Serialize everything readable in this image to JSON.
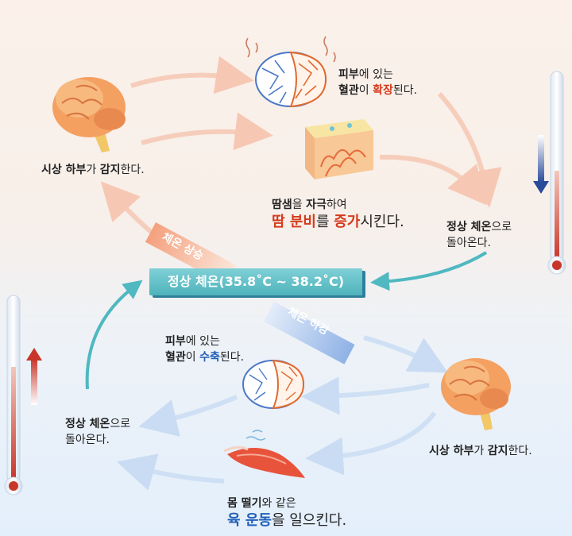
{
  "center": {
    "label": "정상 체온(35.8˚C ~ 38.2˚C)",
    "rise": "체온 상승",
    "fall": "체온 하강"
  },
  "top": {
    "hypo_a": "시상 하부",
    "hypo_b": "가 ",
    "hypo_c": "감지",
    "hypo_d": "한다.",
    "vessel_l1_a": "피부",
    "vessel_l1_b": "에 있는",
    "vessel_l2_a": "혈관",
    "vessel_l2_b": "이 ",
    "vessel_l2_c": "확장",
    "vessel_l2_d": "된다.",
    "sweat_l1_a": "땀샘",
    "sweat_l1_b": "을 ",
    "sweat_l1_c": "자극",
    "sweat_l1_d": "하여",
    "sweat_l2_a": "땀 분비",
    "sweat_l2_b": "를 ",
    "sweat_l2_c": "증가",
    "sweat_l2_d": "시킨다.",
    "normal_l1_a": "정상 체온",
    "normal_l1_b": "으로",
    "normal_l2": "돌아온다."
  },
  "bottom": {
    "vessel_l1_a": "피부",
    "vessel_l1_b": "에 있는",
    "vessel_l2_a": "혈관",
    "vessel_l2_b": "이 ",
    "vessel_l2_c": "수축",
    "vessel_l2_d": "된다.",
    "hypo_a": "시상 하부",
    "hypo_b": "가 ",
    "hypo_c": "감지",
    "hypo_d": "한다.",
    "normal_l1_a": "정상 체온",
    "normal_l1_b": "으로",
    "normal_l2": "돌아온다.",
    "shiver_l1_a": "몸 떨기",
    "shiver_l1_b": "와 같은",
    "shiver_l2_a": "육 운동",
    "shiver_l2_b": "을 일으킨다."
  },
  "colors": {
    "warm_arrow": "#f6cdbb",
    "cool_arrow": "#cfe0f5",
    "teal_arrow": "#4fb8c0",
    "highlight_red": "#d63a1c",
    "highlight_blue": "#1f5fb8"
  },
  "icons": {
    "brain": "brain-icon",
    "vessel": "blood-vessel-icon",
    "skin": "skin-cross-section-icon",
    "muscle": "muscle-icon",
    "thermometer": "thermometer-icon"
  }
}
